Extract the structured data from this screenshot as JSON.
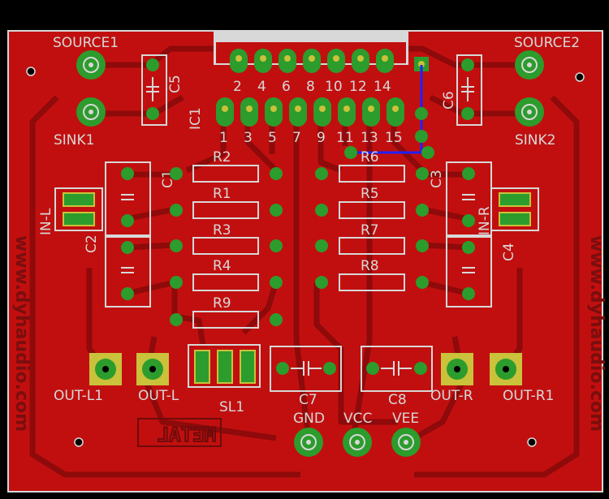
{
  "board": {
    "copper_color": "#c10f0f",
    "trace_color": "#8f0a0a",
    "pad_color": "#2c9c2c",
    "silk_color": "#d8d8d8"
  },
  "labels": {
    "source1": "SOURCE1",
    "sink1": "SINK1",
    "source2": "SOURCE2",
    "sink2": "SINK2",
    "c5": "C5",
    "c6": "C6",
    "ic1": "IC1",
    "ic_top_pins": [
      "2",
      "4",
      "6",
      "8",
      "10",
      "12",
      "14"
    ],
    "ic_bottom_pins": [
      "1",
      "3",
      "5",
      "7",
      "9",
      "11",
      "13",
      "15"
    ],
    "r2": "R2",
    "r1": "R1",
    "r3": "R3",
    "r4": "R4",
    "r9": "R9",
    "r6": "R6",
    "r5": "R5",
    "r7": "R7",
    "r8": "R8",
    "c1": "C1",
    "c2": "C2",
    "c3": "C3",
    "c4": "C4",
    "in_l": "IN-L",
    "in_r": "IN-R",
    "out_l1": "OUT-L1",
    "out_l": "OUT-L",
    "out_r": "OUT-R",
    "out_r1": "OUT-R1",
    "sl1": "SL1",
    "c7": "C7",
    "c8": "C8",
    "gnd": "GND",
    "vcc": "VCC",
    "vee": "VEE",
    "metal": "METAL",
    "side_left": "www.dyhaudio.com",
    "side_right": "www.dyhaudio.com"
  }
}
